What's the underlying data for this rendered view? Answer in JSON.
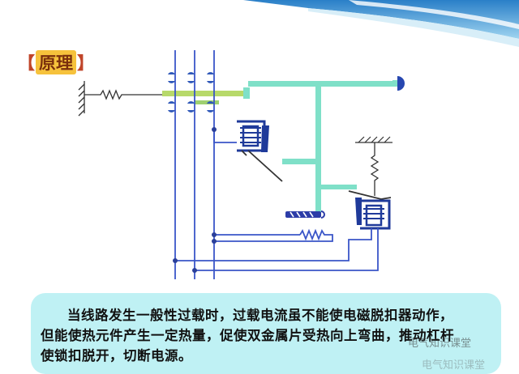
{
  "slide": {
    "title": "原理",
    "caption": "当线路发生一般性过载时，过载电流虽不能使电磁脱扣器动作，但能使热元件产生一定热量，促使双金属片受热向上弯曲，推动杠杆使锁扣脱开，切断电源。",
    "watermark": "电气知识课堂",
    "watermark2": "电气知识课堂"
  },
  "colors": {
    "wire": "#3a56c8",
    "bar": "#7fe0c8",
    "contact_bar": "#b7d96a",
    "coil": "#2f4fc0",
    "gear": "#2d3da8",
    "caption_bg": "#bff1f4",
    "title_bg": "#f6c23c"
  },
  "icons": {
    "wall": "ground-hatch-icon",
    "spring": "spring-icon",
    "magnet": "electromagnetic-release-icon",
    "bimetal": "bimetal-strip-icon",
    "heater": "heating-element-icon",
    "undervoltage": "undervoltage-release-icon"
  }
}
